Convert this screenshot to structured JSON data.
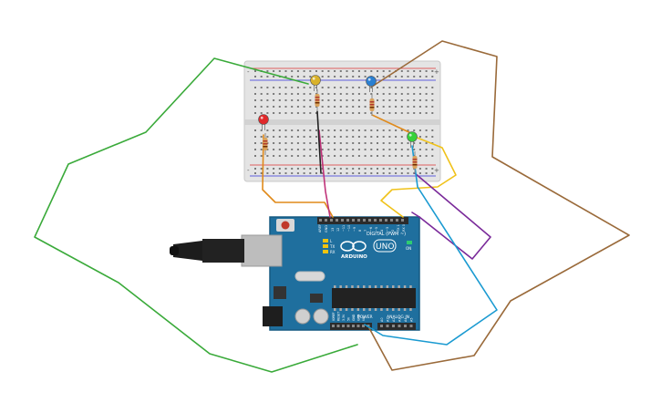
{
  "board": {
    "digital_label": "DIGITAL (PWM ~)",
    "uno_logo": "UNO",
    "brand": "ARDUINO",
    "power_label": "POWER",
    "analog_label": "ANALOG IN",
    "aref_label": "AREF",
    "gnd_label": "GND",
    "tx_label": "TX",
    "rx_label": "RX",
    "l_label": "L",
    "on_label": "ON",
    "digital_pins": [
      "13",
      "12",
      "~11",
      "~10",
      "~9",
      "8",
      "7",
      "~6",
      "~5",
      "4",
      "~3",
      "2",
      "TX 1",
      "RX 0"
    ],
    "power_pins": [
      "IOREF",
      "RESET",
      "3.3V",
      "5V",
      "GND",
      "GND",
      "Vin"
    ],
    "analog_pins": [
      "A0",
      "A1",
      "A2",
      "A3",
      "A4",
      "A5"
    ]
  },
  "breadboard": {
    "top_rail_signs": [
      "-",
      "+"
    ],
    "bottom_rail_signs": [
      "-",
      "+"
    ]
  },
  "components": {
    "leds": [
      {
        "name": "yellow-led",
        "color": "#d9b22a"
      },
      {
        "name": "blue-led",
        "color": "#2a7fd1"
      },
      {
        "name": "red-led",
        "color": "#e0282a"
      },
      {
        "name": "green-led",
        "color": "#37d13a"
      }
    ],
    "resistor_color": "#d9a25c"
  },
  "wires": {
    "green": "#3aaa3a",
    "brown": "#9a6a3a",
    "orange": "#e08a1a",
    "yellow": "#f0c21a",
    "magenta": "#c0337a",
    "purple": "#7a2a9a",
    "cyan": "#1a9ad1",
    "black": "#222222"
  }
}
